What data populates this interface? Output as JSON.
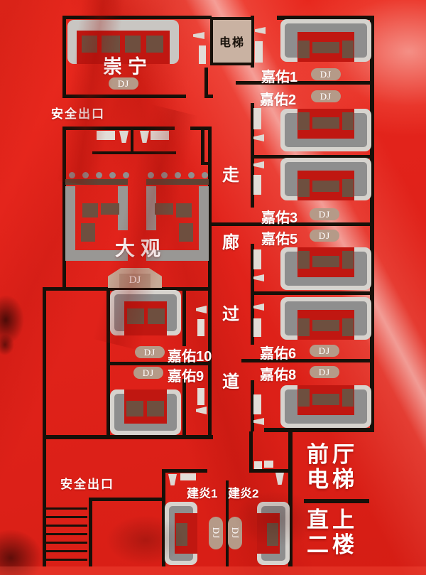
{
  "floorplan": {
    "colors": {
      "background_red": "#e2231b",
      "wall": "#171009",
      "sofa_gray": "#d6d3ce",
      "sofa_back_gray": "#8e8e8e",
      "cushion_brown": "#6e4f3f",
      "dj_badge_tan": "#b59a88",
      "elevator_tan": "#c9b2a2",
      "label_white": "#ffffff"
    },
    "rooms": {
      "chongning": "崇宁",
      "daguan": "大观",
      "jiayou1": "嘉佑1",
      "jiayou2": "嘉佑2",
      "jiayou3": "嘉佑3",
      "jiayou5": "嘉佑5",
      "jiayou6": "嘉佑6",
      "jiayou8": "嘉佑8",
      "jiayou10": "嘉佑10",
      "jiayou9": "嘉佑9",
      "jianyan1": "建炎1",
      "jianyan2": "建炎2"
    },
    "elevator": "电梯",
    "dj": "DJ",
    "safety_exit": "安全出口",
    "corridor": [
      "走",
      "廊",
      "过",
      "道"
    ],
    "front_hall_elevator": [
      "前厅",
      "电梯"
    ],
    "up_to_second_floor": [
      "直上",
      "二楼"
    ]
  }
}
